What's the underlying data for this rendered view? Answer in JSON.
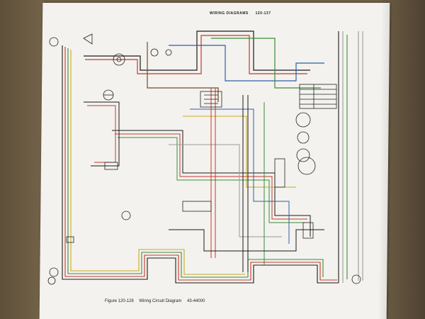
{
  "page": {
    "header_title": "WIRING DIAGRAMS",
    "header_page": "120-137",
    "caption_figure": "Figure 120-128",
    "caption_title": "Wiring Circuit Diagram",
    "caption_code": "43-44000"
  },
  "colors": {
    "paper": "#f3f2ee",
    "backdrop": "#6e5f45",
    "wire_black": "#1b1b1b",
    "wire_red": "#c43a2c",
    "wire_green": "#3f8a3a",
    "wire_yellow": "#c9a825",
    "wire_blue": "#2f5ea8",
    "wire_brown": "#7a4a25",
    "wire_white_gray": "#9a9a9a"
  },
  "diagram": {
    "components": [
      {
        "icon": "headlamp-icon"
      },
      {
        "icon": "horn-icon"
      },
      {
        "icon": "generator-icon"
      },
      {
        "icon": "distributor-icon"
      },
      {
        "icon": "starter-motor-icon"
      },
      {
        "icon": "ignition-switch-icon"
      },
      {
        "icon": "fuse-block-icon"
      },
      {
        "icon": "gauge-cluster-icon"
      },
      {
        "icon": "speedometer-icon"
      },
      {
        "icon": "dome-lamp-icon"
      },
      {
        "icon": "tail-lamp-icon"
      },
      {
        "icon": "license-lamp-icon"
      },
      {
        "icon": "connector-block-icon"
      },
      {
        "icon": "color-code-table-icon"
      }
    ]
  }
}
